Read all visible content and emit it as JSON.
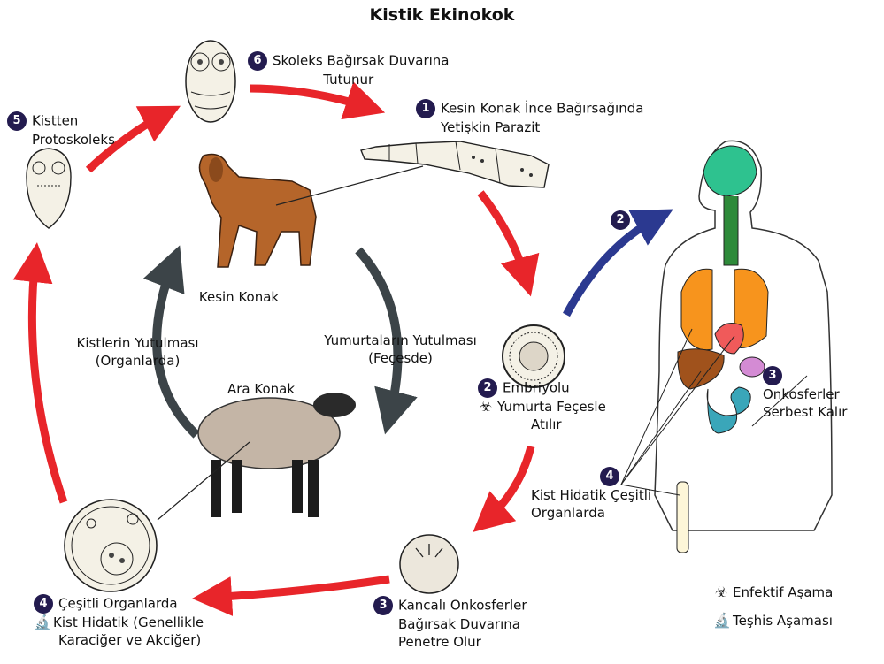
{
  "title": "Kistik Ekinokok",
  "steps": {
    "s1": {
      "num": "1",
      "line1": "Kesin Konak İnce Bağırsağında",
      "line2": "Yetişkin Parazit"
    },
    "s2a": {
      "num": "2",
      "line1": "Embriyolu",
      "line2": "Yumurta Feçesle",
      "line3": "Atılır"
    },
    "s2b": {
      "num": "2"
    },
    "s3a": {
      "num": "3",
      "line1": "Kancalı Onkosferler",
      "line2": "Bağırsak Duvarına",
      "line3": "Penetre Olur"
    },
    "s3b": {
      "num": "3",
      "line1": "Onkosferler",
      "line2": "Serbest Kalır"
    },
    "s4a": {
      "num": "4",
      "line1": "Çeşitli Organlarda",
      "line2": "Kist Hidatik (Genellikle",
      "line3": "Karaciğer ve Akciğer)"
    },
    "s4b": {
      "num": "4",
      "line1": "Kist Hidatik Çeşitli",
      "line2": "Organlarda"
    },
    "s5": {
      "num": "5",
      "line1": "Kistten",
      "line2": "Protoskoleks"
    },
    "s6": {
      "num": "6",
      "line1": "Skoleks Bağırsak Duvarına",
      "line2": "Tutunur"
    }
  },
  "hosts": {
    "definitive": "Kesin Konak",
    "intermediate": "Ara Konak",
    "eggs_ingestion": {
      "line1": "Yumurtaların Yutulması",
      "line2": "(Feçesde)"
    },
    "cyst_ingestion": {
      "line1": "Kistlerin Yutulması",
      "line2": "(Organlarda)"
    }
  },
  "legend": {
    "infective": "Enfektif Aşama",
    "diagnostic": "Teşhis Aşaması"
  },
  "icons": [
    "biohazard-icon",
    "microscope-icon"
  ],
  "colors": {
    "cycle_arrow": "#e8252a",
    "inner_arrow": "#3c4448",
    "human_arrow": "#2b3990",
    "badge": "#231b4f"
  }
}
